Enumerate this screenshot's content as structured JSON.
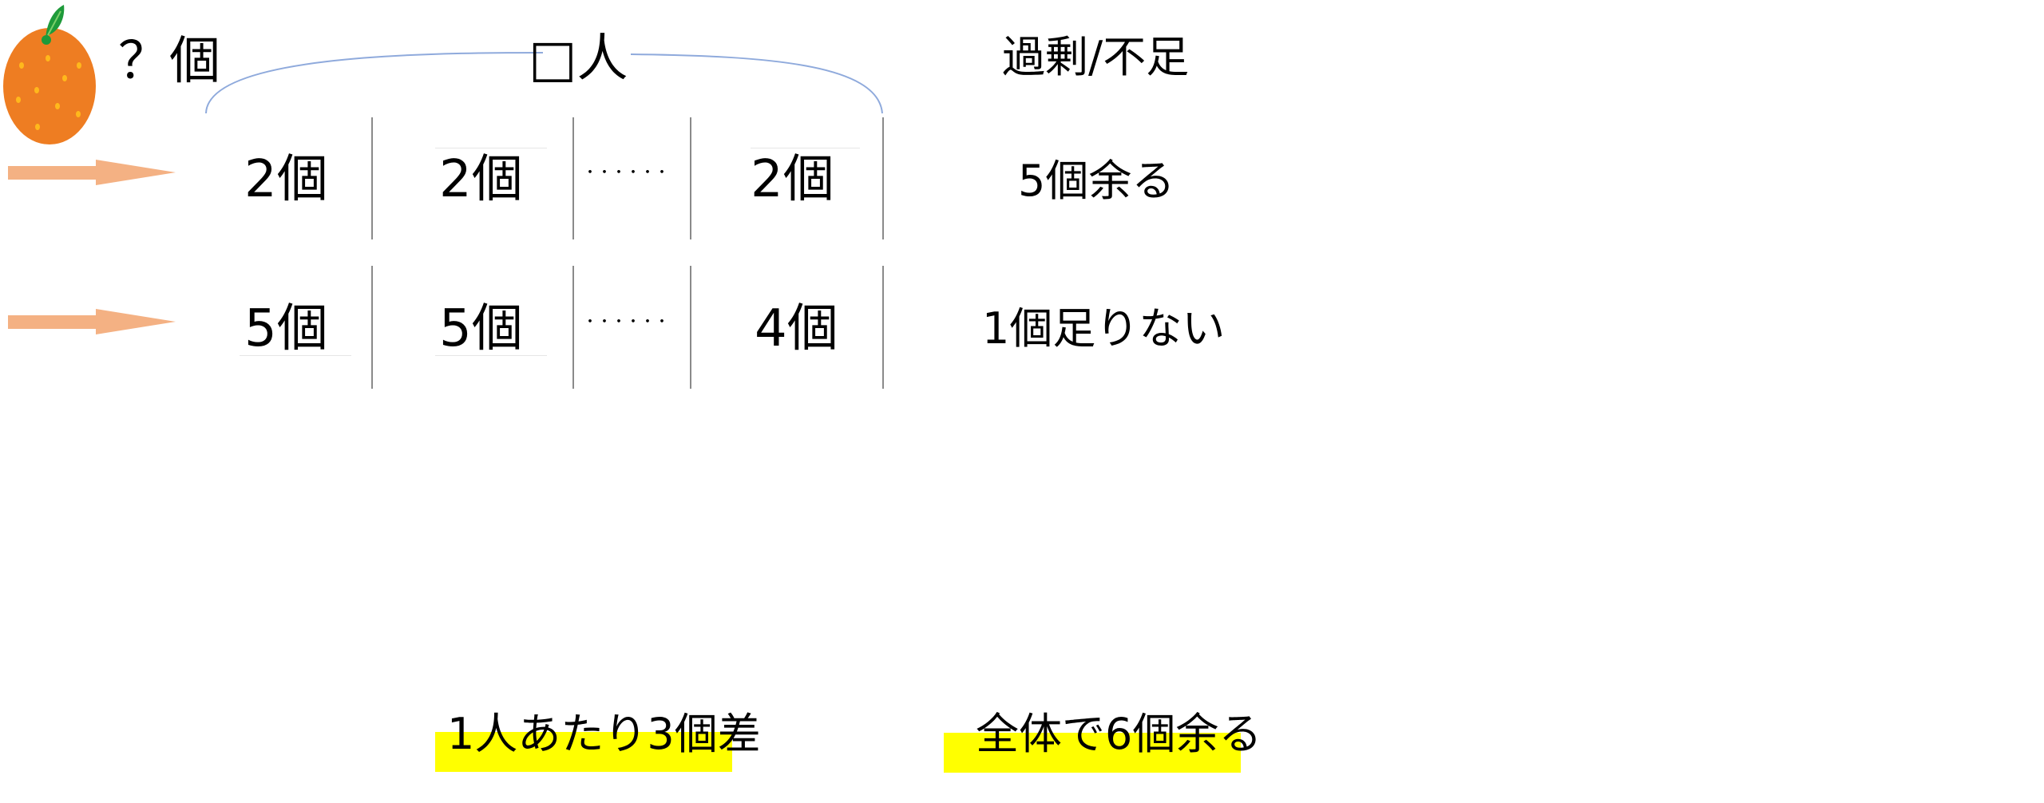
{
  "header": {
    "unknown_count": "？個",
    "people_label": "□人",
    "result_header": "過剰/不足"
  },
  "rows": [
    {
      "cells": [
        "2個",
        "2個",
        "・・・・・・",
        "2個"
      ],
      "result": "5個余る"
    },
    {
      "cells": [
        "5個",
        "5個",
        "・・・・・・",
        "4個"
      ],
      "result": "1個足りない"
    }
  ],
  "footer": {
    "per_person_diff": "1人あたり3個差",
    "total_diff": "全体で6個余る"
  },
  "colors": {
    "arrow": "#f4b183",
    "highlight": "#ffff00",
    "brace": "#8faadc",
    "orange": "#ee7d22"
  }
}
